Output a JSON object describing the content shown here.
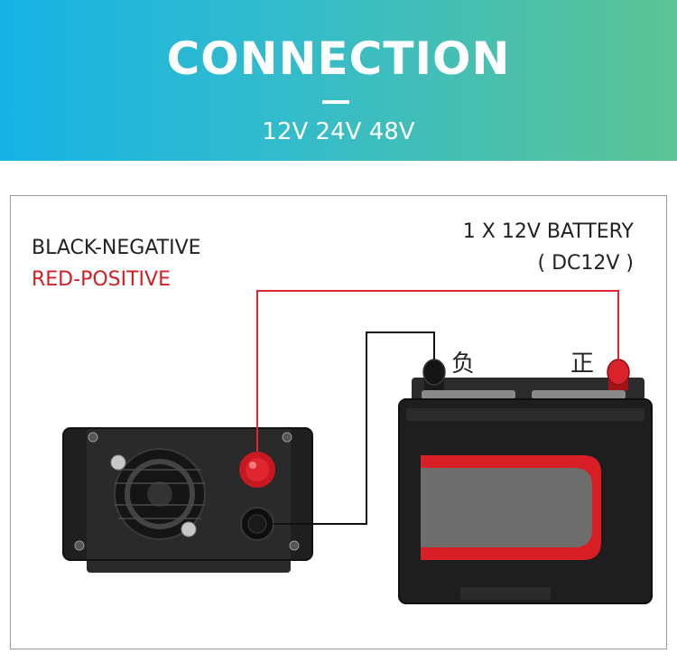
{
  "banner": {
    "title": "CONNECTION",
    "subtitle": "12V 24V 48V",
    "gradient_start": "#17b3e6",
    "gradient_end": "#5cc494"
  },
  "legend": {
    "black_label": "BLACK-NEGATIVE",
    "red_label": "RED-POSITIVE",
    "red_color": "#d21f25"
  },
  "battery": {
    "title": "1 X 12V BATTERY",
    "subtitle": "( DC12V )",
    "negative_mark": "负",
    "positive_mark": "正"
  }
}
